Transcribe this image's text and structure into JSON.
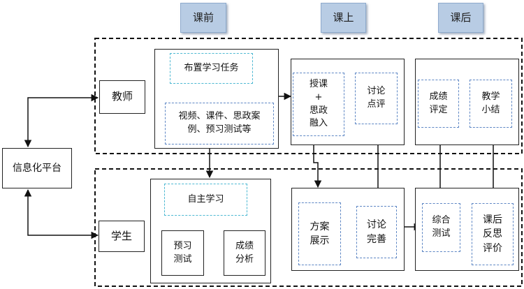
{
  "phases": {
    "before": "课前",
    "during": "课上",
    "after": "课后"
  },
  "platform": "信息化平台",
  "roles": {
    "teacher": "教师",
    "student": "学生"
  },
  "teacher": {
    "assign_task": "布置学习任务",
    "materials": "视频、课件、思政案\n例、预习测试等",
    "teaching": "授课\n+\n思政\n融入",
    "discussion_review": "讨论\n点评",
    "grade_eval": "成绩\n评定",
    "summary": "教学\n小结"
  },
  "student": {
    "self_study": "自主学习",
    "pretest": "预习\n测试",
    "grade_analysis": "成绩\n分析",
    "present": "方案\n展示",
    "discussion_refine": "讨论\n完善",
    "test": "综合\n测试",
    "reflection": "课后\n反思\n评价"
  },
  "colors": {
    "phase_fill": "#b8cce4",
    "cyan_dash": "#4bb8d2",
    "blue_dash": "#5d86c4",
    "line": "#111111"
  }
}
